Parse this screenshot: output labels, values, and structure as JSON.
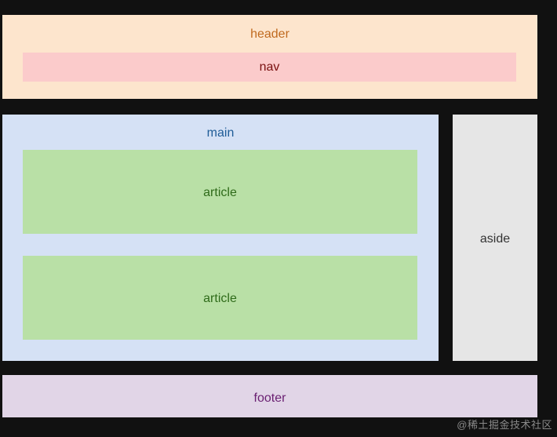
{
  "diagram": {
    "header": {
      "label": "header"
    },
    "nav": {
      "label": "nav"
    },
    "main": {
      "label": "main"
    },
    "articles": [
      {
        "label": "article"
      },
      {
        "label": "article"
      }
    ],
    "aside": {
      "label": "aside"
    },
    "footer": {
      "label": "footer"
    },
    "colors": {
      "background": "#111111",
      "header": "#fde5cd",
      "nav": "#fbcbcb",
      "main": "#d5e1f5",
      "article": "#b9e0a6",
      "aside": "#e6e6e6",
      "footer": "#e1d5e7"
    }
  },
  "watermark": {
    "text": "@稀土掘金技术社区"
  }
}
